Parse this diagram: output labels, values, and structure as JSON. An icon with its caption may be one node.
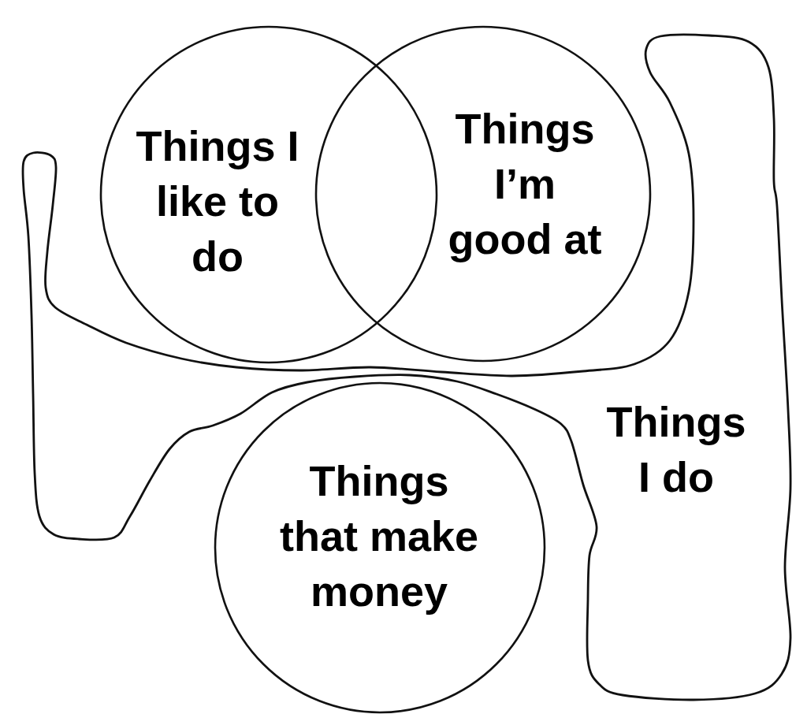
{
  "diagram": {
    "nodes": [
      {
        "text": [
          "Things I like to do"
        ]
      },
      {
        "text": [
          "Things I’m good at"
        ]
      },
      {
        "text": [
          "Things that make money"
        ]
      },
      {
        "text": [
          "Things I do"
        ]
      }
    ]
  }
}
